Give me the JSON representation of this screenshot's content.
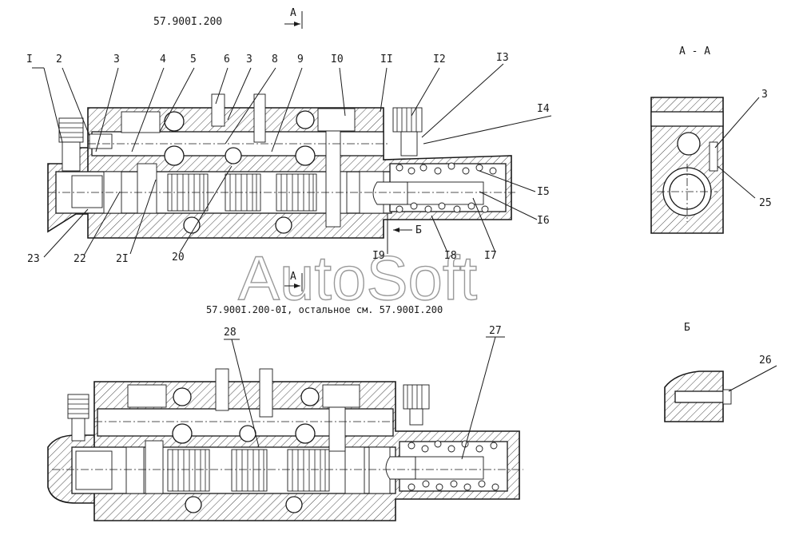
{
  "drawing": {
    "code_top": "57.900I.200",
    "code_bottom_caption": "57.900I.200-0I, остальное см. 57.900I.200",
    "section_label": "А",
    "section_view_title": "А - А",
    "view_b_title": "Б",
    "arrow_b_label": "Б",
    "watermark": "AutoSoft"
  },
  "callouts_top_main": [
    "I",
    "2",
    "3",
    "4",
    "5",
    "6",
    "3",
    "8",
    "9",
    "I0",
    "II",
    "I2",
    "I3",
    "I4",
    "I5",
    "I6",
    "I7",
    "I8",
    "I9",
    "20",
    "2I",
    "22",
    "23"
  ],
  "callouts_section": [
    "3",
    "25"
  ],
  "callouts_view_b": [
    "26"
  ],
  "callouts_bottom_main": [
    "28",
    "27"
  ]
}
